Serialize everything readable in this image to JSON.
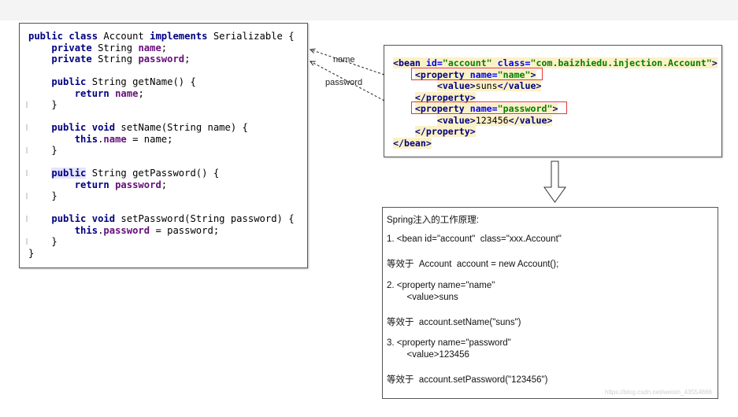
{
  "java_code": {
    "lines": [
      [
        {
          "t": "public",
          "c": "kw"
        },
        {
          "t": " "
        },
        {
          "t": "class",
          "c": "kw"
        },
        {
          "t": " Account "
        },
        {
          "t": "implements",
          "c": "kw"
        },
        {
          "t": " Serializable {"
        }
      ],
      [
        {
          "t": "    "
        },
        {
          "t": "private",
          "c": "kw"
        },
        {
          "t": " String "
        },
        {
          "t": "name",
          "c": "fld"
        },
        {
          "t": ";"
        }
      ],
      [
        {
          "t": "    "
        },
        {
          "t": "private",
          "c": "kw"
        },
        {
          "t": " String "
        },
        {
          "t": "password",
          "c": "fld"
        },
        {
          "t": ";"
        }
      ],
      [
        {
          "t": ""
        }
      ],
      [
        {
          "t": "    "
        },
        {
          "t": "public",
          "c": "kw"
        },
        {
          "t": " String getName() {"
        }
      ],
      [
        {
          "t": "        "
        },
        {
          "t": "return",
          "c": "kw"
        },
        {
          "t": " "
        },
        {
          "t": "name",
          "c": "fld"
        },
        {
          "t": ";"
        }
      ],
      [
        {
          "t": "    }"
        }
      ],
      [
        {
          "t": ""
        }
      ],
      [
        {
          "t": "    "
        },
        {
          "t": "public",
          "c": "kw"
        },
        {
          "t": " "
        },
        {
          "t": "void",
          "c": "kw"
        },
        {
          "t": " setName(String name) {"
        }
      ],
      [
        {
          "t": "        "
        },
        {
          "t": "this",
          "c": "kw"
        },
        {
          "t": "."
        },
        {
          "t": "name",
          "c": "fld"
        },
        {
          "t": " = name;"
        }
      ],
      [
        {
          "t": "    }"
        }
      ],
      [
        {
          "t": ""
        }
      ],
      [
        {
          "t": "    "
        },
        {
          "t": "public",
          "c": "kw hl"
        },
        {
          "t": " String getPassword() {"
        }
      ],
      [
        {
          "t": "        "
        },
        {
          "t": "return",
          "c": "kw"
        },
        {
          "t": " "
        },
        {
          "t": "password",
          "c": "fld"
        },
        {
          "t": ";"
        }
      ],
      [
        {
          "t": "    }"
        }
      ],
      [
        {
          "t": ""
        }
      ],
      [
        {
          "t": "    "
        },
        {
          "t": "public",
          "c": "kw"
        },
        {
          "t": " "
        },
        {
          "t": "void",
          "c": "kw"
        },
        {
          "t": " setPassword(String password) {"
        }
      ],
      [
        {
          "t": "        "
        },
        {
          "t": "this",
          "c": "kw"
        },
        {
          "t": "."
        },
        {
          "t": "password",
          "c": "fld"
        },
        {
          "t": " = password;"
        }
      ],
      [
        {
          "t": "    }"
        }
      ],
      [
        {
          "t": "}"
        }
      ]
    ]
  },
  "xml_code": {
    "lines": [
      [
        {
          "t": "<bean ",
          "c": "tag xhl"
        },
        {
          "t": "id=",
          "c": "attr xhl"
        },
        {
          "t": "\"account\"",
          "c": "str xhl"
        },
        {
          "t": " ",
          "c": "xhl"
        },
        {
          "t": "class=",
          "c": "attr xhl"
        },
        {
          "t": "\"com.baizhiedu.injection.Account\"",
          "c": "str xhl"
        },
        {
          "t": ">",
          "c": "tag xhl"
        }
      ],
      [
        {
          "t": "    "
        },
        {
          "t": "<property ",
          "c": "tag xhl"
        },
        {
          "t": "name=",
          "c": "attr xhl"
        },
        {
          "t": "\"name\"",
          "c": "str xhl"
        },
        {
          "t": ">",
          "c": "tag xhl"
        }
      ],
      [
        {
          "t": "        "
        },
        {
          "t": "<value>",
          "c": "tag xhl"
        },
        {
          "t": "suns",
          "c": "xhl"
        },
        {
          "t": "</value>",
          "c": "tag xhl"
        }
      ],
      [
        {
          "t": "    "
        },
        {
          "t": "</property>",
          "c": "tag xhl"
        }
      ],
      [
        {
          "t": "    "
        },
        {
          "t": "<property ",
          "c": "tag xhl"
        },
        {
          "t": "name=",
          "c": "attr xhl"
        },
        {
          "t": "\"password\"",
          "c": "str xhl"
        },
        {
          "t": ">",
          "c": "tag xhl"
        }
      ],
      [
        {
          "t": "        "
        },
        {
          "t": "<value>",
          "c": "tag xhl"
        },
        {
          "t": "123456",
          "c": "xhl"
        },
        {
          "t": "</value>",
          "c": "tag xhl"
        }
      ],
      [
        {
          "t": "    "
        },
        {
          "t": "</property>",
          "c": "tag xhl"
        }
      ],
      [
        {
          "t": "</bean>",
          "c": "tag xhl"
        }
      ]
    ]
  },
  "arrow_labels": {
    "name": "name",
    "password": "password"
  },
  "explanation": {
    "title": "Spring注入的工作原理:",
    "step1": "1. <bean id=\"account\"  class=\"xxx.Account\"",
    "step1_eq": "等效于  Account  account = new Account();",
    "step2_line1": "2. <property name=\"name\"",
    "step2_line2": "        <value>suns",
    "step2_eq": "等效于  account.setName(\"suns\")",
    "step3_line1": "3. <property name=\"password\"",
    "step3_line2": "        <value>123456",
    "step3_eq": "等效于  account.setPassword(\"123456\")"
  },
  "watermark": "https://blog.csdn.net/weixin_43554866"
}
